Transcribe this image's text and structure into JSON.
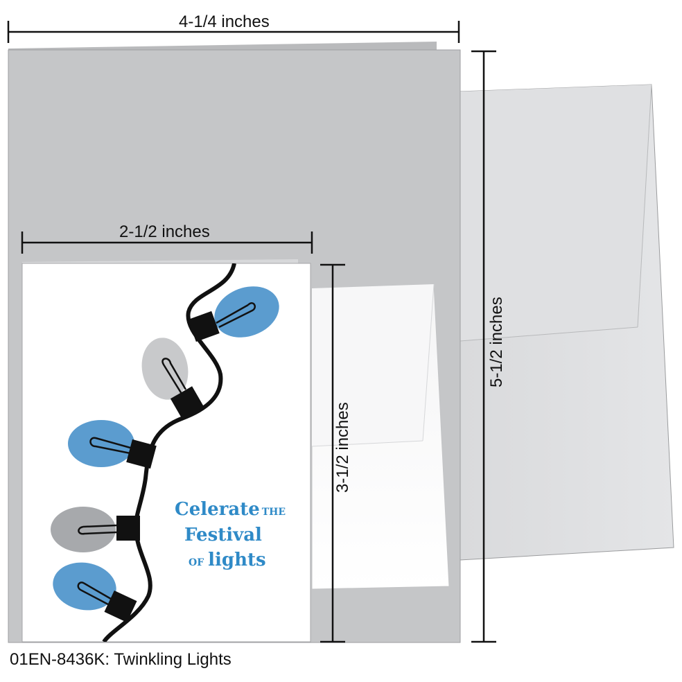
{
  "dimensions": {
    "large_width": "4-1/4 inches",
    "large_height": "5-1/2 inches",
    "small_width": "2-1/2 inches",
    "small_height": "3-1/2 inches"
  },
  "card": {
    "line1_word": "Celerate",
    "line1_small": "THE",
    "line2_word": "Festival",
    "line3_small": "OF",
    "line3_word": "lights"
  },
  "caption": "01EN-8436K: Twinkling Lights",
  "colors": {
    "card_text": "#2f8ac7",
    "bulb_blue": "#5b9ccf",
    "bulb_light_grey": "#c8c9cb",
    "bulb_dark_grey": "#a7a9ac",
    "large_card": "#c5c6c8",
    "envelope": "#d5d6d8"
  }
}
